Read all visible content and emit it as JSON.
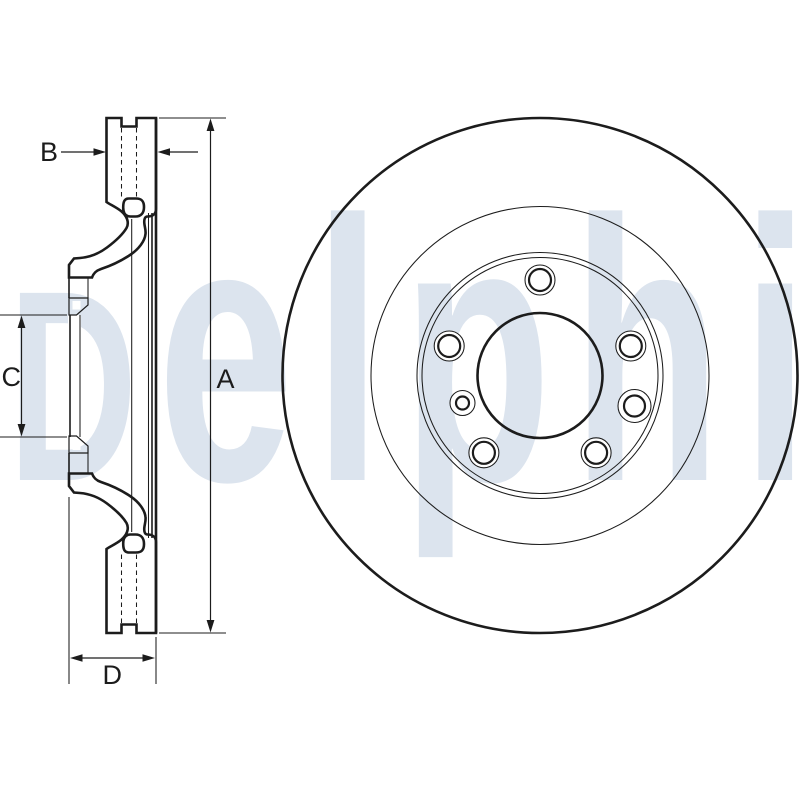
{
  "brand": {
    "watermark_text": "Delphi",
    "watermark_initial": "D",
    "watermark_rest": "elphi"
  },
  "dimensions": {
    "a": {
      "label": "A"
    },
    "b": {
      "label": "B"
    },
    "c": {
      "label": "C"
    },
    "d": {
      "label": "D"
    }
  },
  "colors": {
    "background": "#ffffff",
    "line": "#1c1c1c",
    "watermark": "#dce4ee",
    "section_fill": "#d6d7d9",
    "section_fill_dark": "#b4b7bc"
  }
}
